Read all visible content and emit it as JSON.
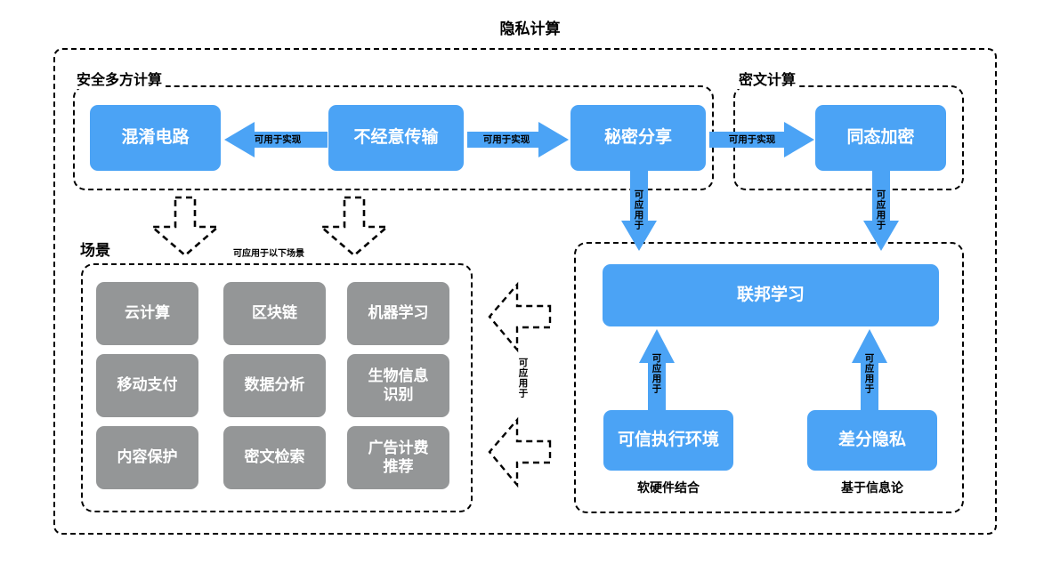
{
  "title": "隐私计算",
  "groups": {
    "mpc_label": "安全多方计算",
    "ciphertext_label": "密文计算",
    "scenario_label": "场景"
  },
  "mpc_nodes": [
    {
      "label": "混淆电路"
    },
    {
      "label": "不经意传输"
    },
    {
      "label": "秘密分享"
    }
  ],
  "ciphertext_nodes": [
    {
      "label": "同态加密"
    }
  ],
  "edges": {
    "impl_1": "可用于实现",
    "impl_2": "可用于实现",
    "impl_3": "可用于实现",
    "applicable_ss_to_fl": "可应用于",
    "applicable_he_to_fl": "可应用于",
    "applicable_tee_to_fl": "可应用于",
    "applicable_dp_to_fl": "可应用于",
    "applicable_to_scenarios": "可应用于以下场景",
    "applicable_right_to_scenarios": "可应用于"
  },
  "scenarios": [
    {
      "label": "云计算"
    },
    {
      "label": "区块链"
    },
    {
      "label": "机器学习"
    },
    {
      "label": "移动支付"
    },
    {
      "label": "数据分析"
    },
    {
      "label": "生物信息\n识别"
    },
    {
      "label": "内容保护"
    },
    {
      "label": "密文检索"
    },
    {
      "label": "广告计费\n推荐"
    }
  ],
  "learning": {
    "federated": "联邦学习",
    "tee": "可信执行环境",
    "dp": "差分隐私",
    "tee_caption": "软硬件结合",
    "dp_caption": "基于信息论"
  },
  "colors": {
    "blue": "#4ba3f5",
    "gray": "#949697",
    "line": "#000000",
    "text_light": "#ffffff"
  }
}
